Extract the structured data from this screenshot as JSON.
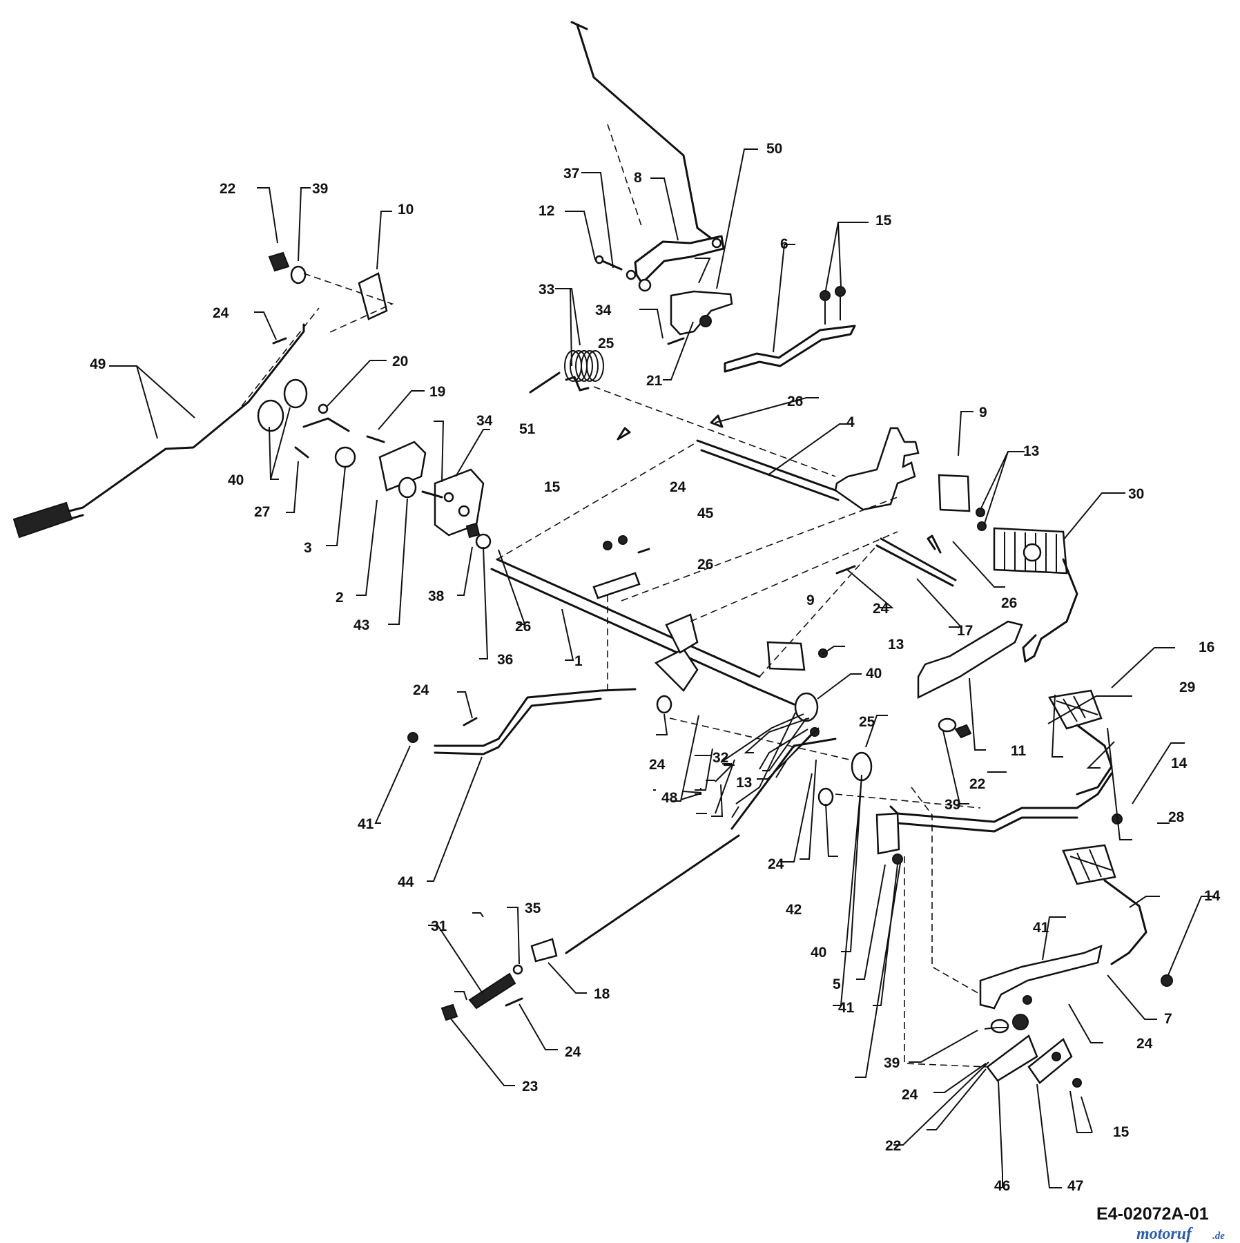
{
  "diagram": {
    "drawing_code": "E4-02072A-01",
    "watermark": "motoruf",
    "watermark_suffix": ".de",
    "callouts": [
      {
        "id": "c1",
        "text": "1"
      },
      {
        "id": "c2",
        "text": "2"
      },
      {
        "id": "c3",
        "text": "3"
      },
      {
        "id": "c4",
        "text": "4"
      },
      {
        "id": "c5",
        "text": "5"
      },
      {
        "id": "c6",
        "text": "6"
      },
      {
        "id": "c7",
        "text": "7"
      },
      {
        "id": "c8",
        "text": "8"
      },
      {
        "id": "c9a",
        "text": "9"
      },
      {
        "id": "c9b",
        "text": "9"
      },
      {
        "id": "c10",
        "text": "10"
      },
      {
        "id": "c11",
        "text": "11"
      },
      {
        "id": "c12",
        "text": "12"
      },
      {
        "id": "c13a",
        "text": "13"
      },
      {
        "id": "c13b",
        "text": "13"
      },
      {
        "id": "c13c",
        "text": "13"
      },
      {
        "id": "c14a",
        "text": "14"
      },
      {
        "id": "c14b",
        "text": "14"
      },
      {
        "id": "c15a",
        "text": "15"
      },
      {
        "id": "c15b",
        "text": "15"
      },
      {
        "id": "c15c",
        "text": "15"
      },
      {
        "id": "c16",
        "text": "16"
      },
      {
        "id": "c17",
        "text": "17"
      },
      {
        "id": "c18",
        "text": "18"
      },
      {
        "id": "c19",
        "text": "19"
      },
      {
        "id": "c20",
        "text": "20"
      },
      {
        "id": "c21",
        "text": "21"
      },
      {
        "id": "c22a",
        "text": "22"
      },
      {
        "id": "c22b",
        "text": "22"
      },
      {
        "id": "c22c",
        "text": "22"
      },
      {
        "id": "c23",
        "text": "23"
      },
      {
        "id": "c24a",
        "text": "24"
      },
      {
        "id": "c24b",
        "text": "24"
      },
      {
        "id": "c24c",
        "text": "24"
      },
      {
        "id": "c24d",
        "text": "24"
      },
      {
        "id": "c24e",
        "text": "24"
      },
      {
        "id": "c24f",
        "text": "24"
      },
      {
        "id": "c24g",
        "text": "24"
      },
      {
        "id": "c24h",
        "text": "24"
      },
      {
        "id": "c24i",
        "text": "24"
      },
      {
        "id": "c24j",
        "text": "24"
      },
      {
        "id": "c25a",
        "text": "25"
      },
      {
        "id": "c25b",
        "text": "25"
      },
      {
        "id": "c26a",
        "text": "26"
      },
      {
        "id": "c26b",
        "text": "26"
      },
      {
        "id": "c26c",
        "text": "26"
      },
      {
        "id": "c26d",
        "text": "26"
      },
      {
        "id": "c27",
        "text": "27"
      },
      {
        "id": "c28",
        "text": "28"
      },
      {
        "id": "c29",
        "text": "29"
      },
      {
        "id": "c30",
        "text": "30"
      },
      {
        "id": "c31",
        "text": "31"
      },
      {
        "id": "c32",
        "text": "32"
      },
      {
        "id": "c33",
        "text": "33"
      },
      {
        "id": "c34a",
        "text": "34"
      },
      {
        "id": "c34b",
        "text": "34"
      },
      {
        "id": "c35",
        "text": "35"
      },
      {
        "id": "c36",
        "text": "36"
      },
      {
        "id": "c37",
        "text": "37"
      },
      {
        "id": "c38",
        "text": "38"
      },
      {
        "id": "c39a",
        "text": "39"
      },
      {
        "id": "c39b",
        "text": "39"
      },
      {
        "id": "c39c",
        "text": "39"
      },
      {
        "id": "c40a",
        "text": "40"
      },
      {
        "id": "c40b",
        "text": "40"
      },
      {
        "id": "c40c",
        "text": "40"
      },
      {
        "id": "c41a",
        "text": "41"
      },
      {
        "id": "c41b",
        "text": "41"
      },
      {
        "id": "c41c",
        "text": "41"
      },
      {
        "id": "c42",
        "text": "42"
      },
      {
        "id": "c43",
        "text": "43"
      },
      {
        "id": "c44",
        "text": "44"
      },
      {
        "id": "c45",
        "text": "45"
      },
      {
        "id": "c46",
        "text": "46"
      },
      {
        "id": "c47",
        "text": "47"
      },
      {
        "id": "c48",
        "text": "48"
      },
      {
        "id": "c49",
        "text": "49"
      },
      {
        "id": "c50",
        "text": "50"
      },
      {
        "id": "c51",
        "text": "51"
      }
    ]
  }
}
